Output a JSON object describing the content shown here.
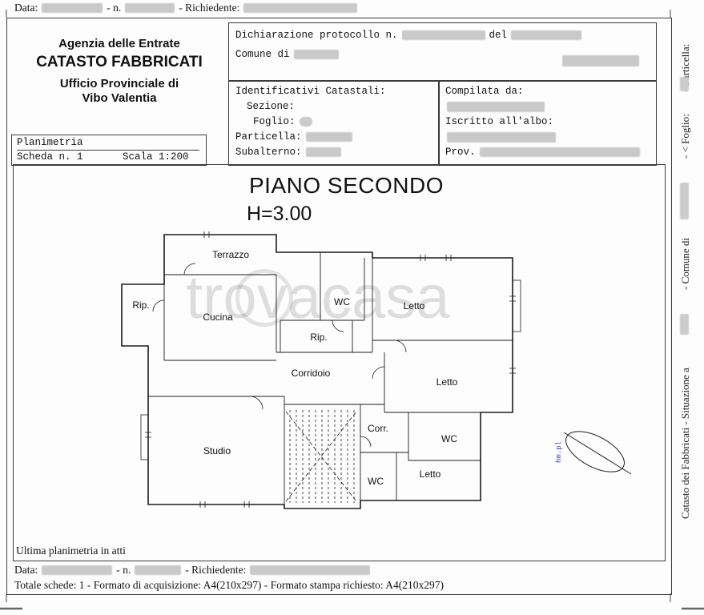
{
  "doc": {
    "labels": {
      "data": "Data:",
      "n": "- n.",
      "richiedente": "- Richiedente:"
    },
    "agency": {
      "l1": "Agenzia delle Entrate",
      "l2": "CATASTO FABBRICATI",
      "l3": "Ufficio Provinciale di",
      "l4": "Vibo Valentia"
    },
    "declaration": {
      "protocollo": "Dichiarazione protocollo n.",
      "del": "del",
      "comune": "Comune di"
    },
    "identificativi": {
      "title": "Identificativi Catastali:",
      "sezione": "Sezione:",
      "foglio": "Foglio:",
      "particella": "Particella:",
      "subalterno": "Subalterno:"
    },
    "compilata": {
      "da": "Compilata da:",
      "albo": "Iscritto all'albo:",
      "prov": "Prov."
    },
    "planimetria": {
      "title": "Planimetria",
      "scheda": "Scheda n. 1",
      "scala": "Scala 1:200"
    },
    "plan": {
      "title": "PIANO SECONDO",
      "height_label": "H=3.00",
      "watermark": "trovacasa",
      "stamp": "hm.pl",
      "rooms": [
        {
          "label": "Terrazzo"
        },
        {
          "label": "Rip."
        },
        {
          "label": "Cucina"
        },
        {
          "label": "WC"
        },
        {
          "label": "Letto"
        },
        {
          "label": "Rip."
        },
        {
          "label": "Corridoio"
        },
        {
          "label": "Letto"
        },
        {
          "label": "Studio"
        },
        {
          "label": "Corr."
        },
        {
          "label": "WC"
        },
        {
          "label": "WC"
        },
        {
          "label": "Letto"
        }
      ]
    },
    "footer": {
      "ultima": "Ultima planimetria in atti",
      "totale": "Totale schede: 1 - Formato di acquisizione: A4(210x297)  - Formato stampa richiesto: A4(210x297)"
    },
    "side_labels": [
      "- Particella:",
      "- < Foglio:",
      "- Comune di",
      "Catasto dei Fabbricati - Situazione a"
    ]
  }
}
